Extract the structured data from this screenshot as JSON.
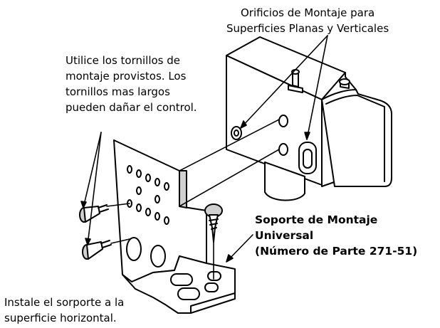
{
  "labels": {
    "mounting_holes": {
      "line1": "Orificios de Montaje para",
      "line2": "Superficies Planas y Verticales"
    },
    "screws_note": {
      "line1": "Utilice los tornillos de",
      "line2": "montaje provistos. Los",
      "line3": "tornillos mas largos",
      "line4": "pueden dañar el control."
    },
    "bracket": {
      "line1": "Soporte de Montaje",
      "line2": "Universal",
      "line3": "(Número de Parte 271-51)"
    },
    "install_note": {
      "line1": "Instale el sorporte a la",
      "line2": "superficie horizontal."
    }
  },
  "colors": {
    "ink": "#000000",
    "paper": "#ffffff",
    "shade": "#d0d0d0"
  }
}
